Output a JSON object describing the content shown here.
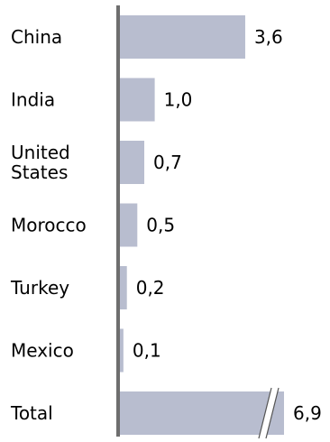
{
  "chart_data": {
    "type": "bar",
    "orientation": "horizontal",
    "categories": [
      "China",
      "India",
      "United States",
      "Morocco",
      "Turkey",
      "Mexico",
      "Total"
    ],
    "category_lines": [
      [
        "China"
      ],
      [
        "India"
      ],
      [
        "United",
        "States"
      ],
      [
        "Morocco"
      ],
      [
        "Turkey"
      ],
      [
        "Mexico"
      ],
      [
        "Total"
      ]
    ],
    "values": [
      3.6,
      1.0,
      0.7,
      0.5,
      0.2,
      0.1,
      6.9
    ],
    "value_labels": [
      "3,6",
      "1,0",
      "0,7",
      "0,5",
      "0,2",
      "0,1",
      "6,9"
    ],
    "broken_axis_categories": [
      "Total"
    ],
    "title": "",
    "xlabel": "",
    "ylabel": "",
    "xlim": [
      0,
      3.6
    ],
    "grid": false,
    "legend": "none",
    "colors": {
      "bar": "#b8bdcf",
      "axis": "#6e6e6e",
      "text": "#000000"
    }
  }
}
